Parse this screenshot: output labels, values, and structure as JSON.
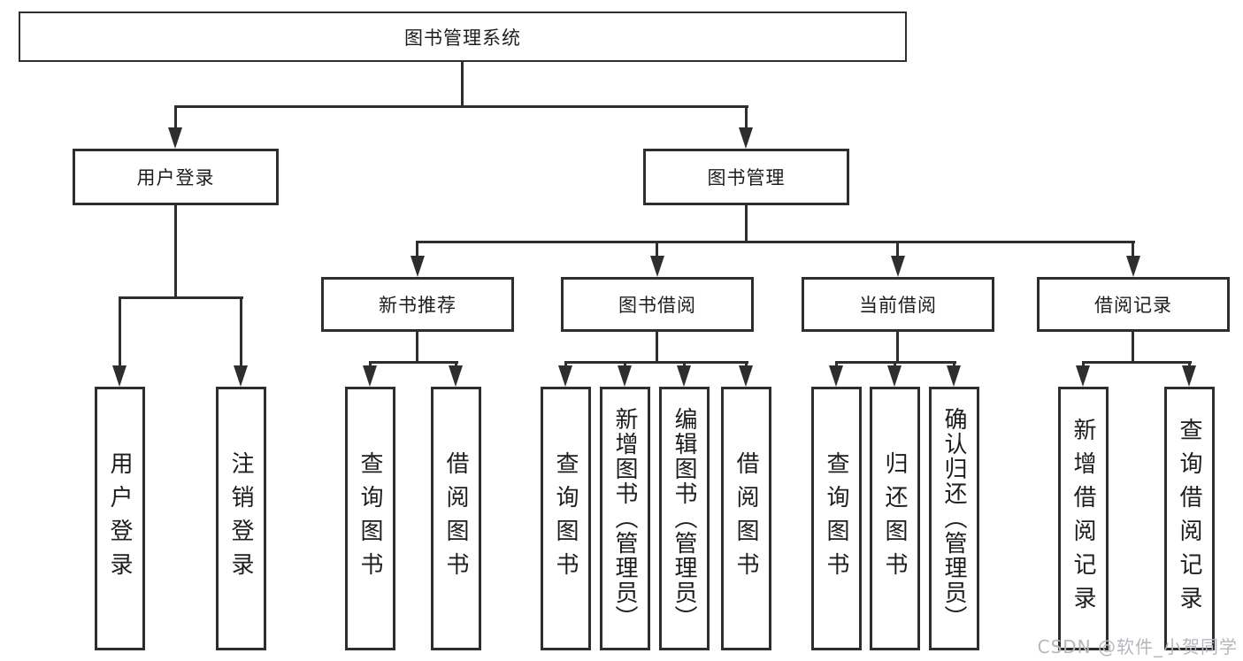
{
  "title": "图书管理系统",
  "level2": {
    "user_login": "用户登录",
    "book_management": "图书管理"
  },
  "level3": {
    "new_book_recommend": "新书推荐",
    "book_borrow": "图书借阅",
    "current_borrow": "当前借阅",
    "borrow_records": "借阅记录"
  },
  "leaves": {
    "user_login": [
      "用户登录",
      "注销登录"
    ],
    "new_book_recommend": [
      "查询图书",
      "借阅图书"
    ],
    "book_borrow": [
      "查询图书",
      "新增图书（管理员）",
      "编辑图书（管理员）",
      "借阅图书"
    ],
    "current_borrow": [
      "查询图书",
      "归还图书",
      "确认归还（管理员）"
    ],
    "borrow_records": [
      "新增借阅记录",
      "查询借阅记录"
    ]
  },
  "watermark": "CSDN @软件_小贺同学",
  "colors": {
    "line": "#2e2e2e",
    "text": "#1d1d1d",
    "watermark": "#b4b8bc",
    "background": "#ffffff"
  }
}
